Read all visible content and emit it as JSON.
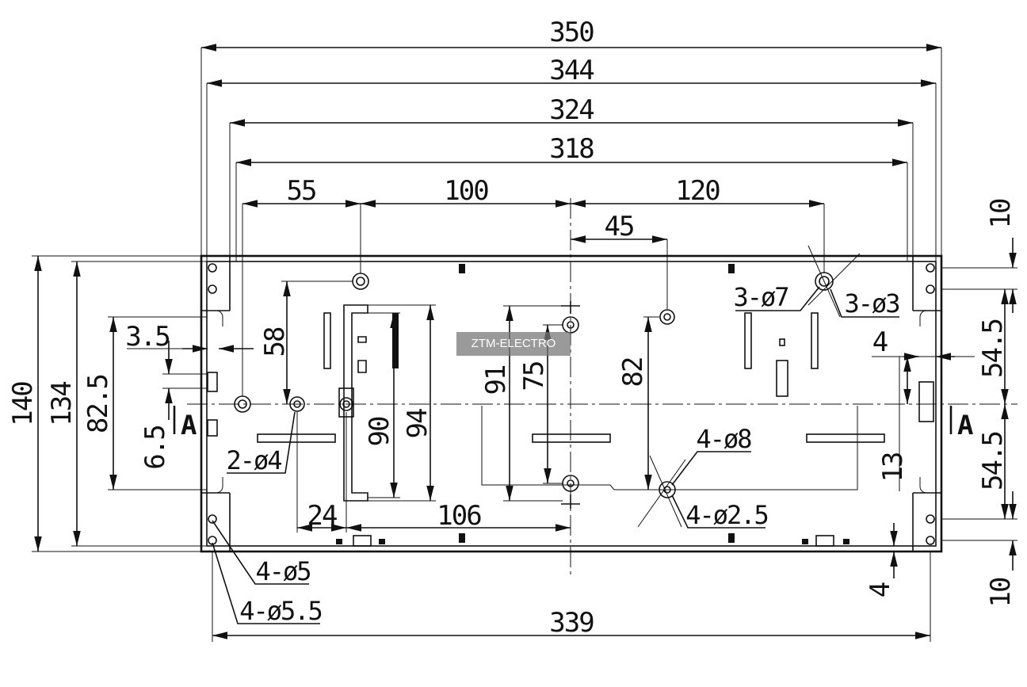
{
  "watermark": "ZTM-ELECTRO",
  "dimensions": {
    "overall_350": "350",
    "width_344": "344",
    "width_324": "324",
    "width_318": "318",
    "d55": "55",
    "d100": "100",
    "d120": "120",
    "d45": "45",
    "d10_top": "10",
    "d54_5_top": "54.5",
    "d54_5_bottom": "54.5",
    "d10_bottom": "10",
    "d4_right": "4",
    "d13": "13",
    "d4_bottom": "4",
    "d140": "140",
    "d134": "134",
    "d82_5": "82.5",
    "d6_5": "6.5",
    "d3_5": "3.5",
    "d58": "58",
    "d90": "90",
    "d94": "94",
    "d91": "91",
    "d75": "75",
    "d82": "82",
    "d24": "24",
    "d106": "106",
    "d339": "339"
  },
  "callouts": {
    "holes_3_7": "3-ø7",
    "holes_3_3": "3-ø3",
    "holes_2_4": "2-ø4",
    "holes_4_8": "4-ø8",
    "holes_4_2_5": "4-ø2.5",
    "holes_4_5": "4-ø5",
    "holes_4_5_5": "4-ø5.5"
  },
  "section_marks": {
    "left": "A",
    "right": "A"
  }
}
